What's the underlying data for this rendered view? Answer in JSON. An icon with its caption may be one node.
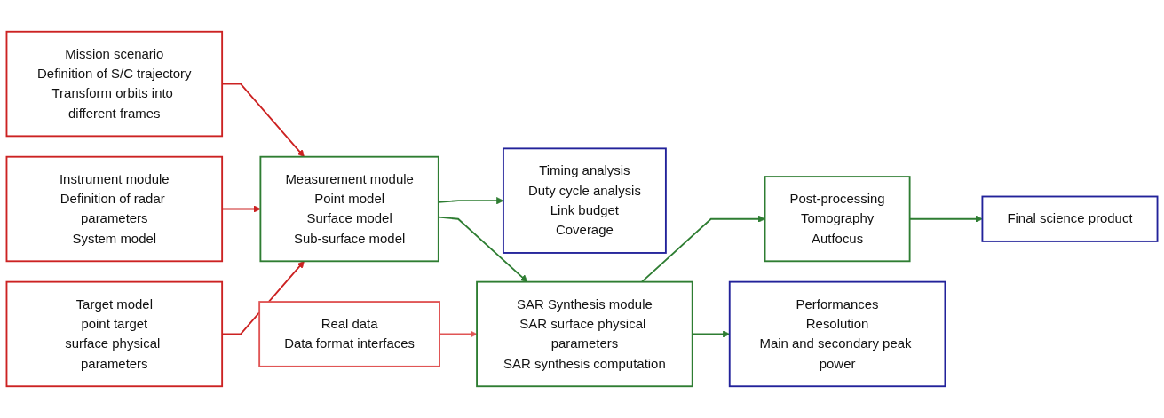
{
  "diagram": {
    "nodes": [
      {
        "text": [
          "Mission scenario",
          "Definition of S/C trajectory",
          "Transform orbits into different frames"
        ]
      },
      {
        "text": [
          "Instrument module",
          "Definition of radar parameters",
          "System model"
        ]
      },
      {
        "text": [
          "Target model",
          "point target",
          "surface physical parameters"
        ]
      },
      {
        "text": [
          "Real data",
          "Data format interfaces"
        ]
      },
      {
        "text": [
          "Measurement module",
          "Point model",
          "Surface model",
          "Sub-surface model"
        ]
      },
      {
        "text": [
          "Timing analysis",
          "Duty cycle analysis",
          "Link budget",
          "Coverage"
        ]
      },
      {
        "text": [
          "SAR Synthesis module",
          "SAR surface physical parameters",
          "SAR synthesis computation"
        ]
      },
      {
        "text": [
          "Post-processing",
          "Tomography",
          "Autfocus"
        ]
      },
      {
        "text": [
          "Performances",
          "Resolution",
          "Main and secondary peak power"
        ]
      },
      {
        "text": [
          "Final science product"
        ]
      }
    ],
    "edges": [
      {
        "from": 0,
        "to": 4,
        "arrow": "to",
        "color": "#cc2222"
      },
      {
        "from": 1,
        "to": 4,
        "arrow": "to",
        "color": "#cc2222"
      },
      {
        "from": 2,
        "to": 4,
        "arrow": "to",
        "color": "#cc2222"
      },
      {
        "from": 4,
        "to": 5,
        "arrow": "to"
      },
      {
        "from": 4,
        "to": 6,
        "arrow": "to"
      },
      {
        "from": 3,
        "to": 6,
        "arrow": "to",
        "color": "#e05555"
      },
      {
        "from": 6,
        "to": 7,
        "arrow": "to"
      },
      {
        "from": 6,
        "to": 8,
        "arrow": "to"
      },
      {
        "from": 7,
        "to": 9,
        "arrow": "to"
      }
    ]
  }
}
